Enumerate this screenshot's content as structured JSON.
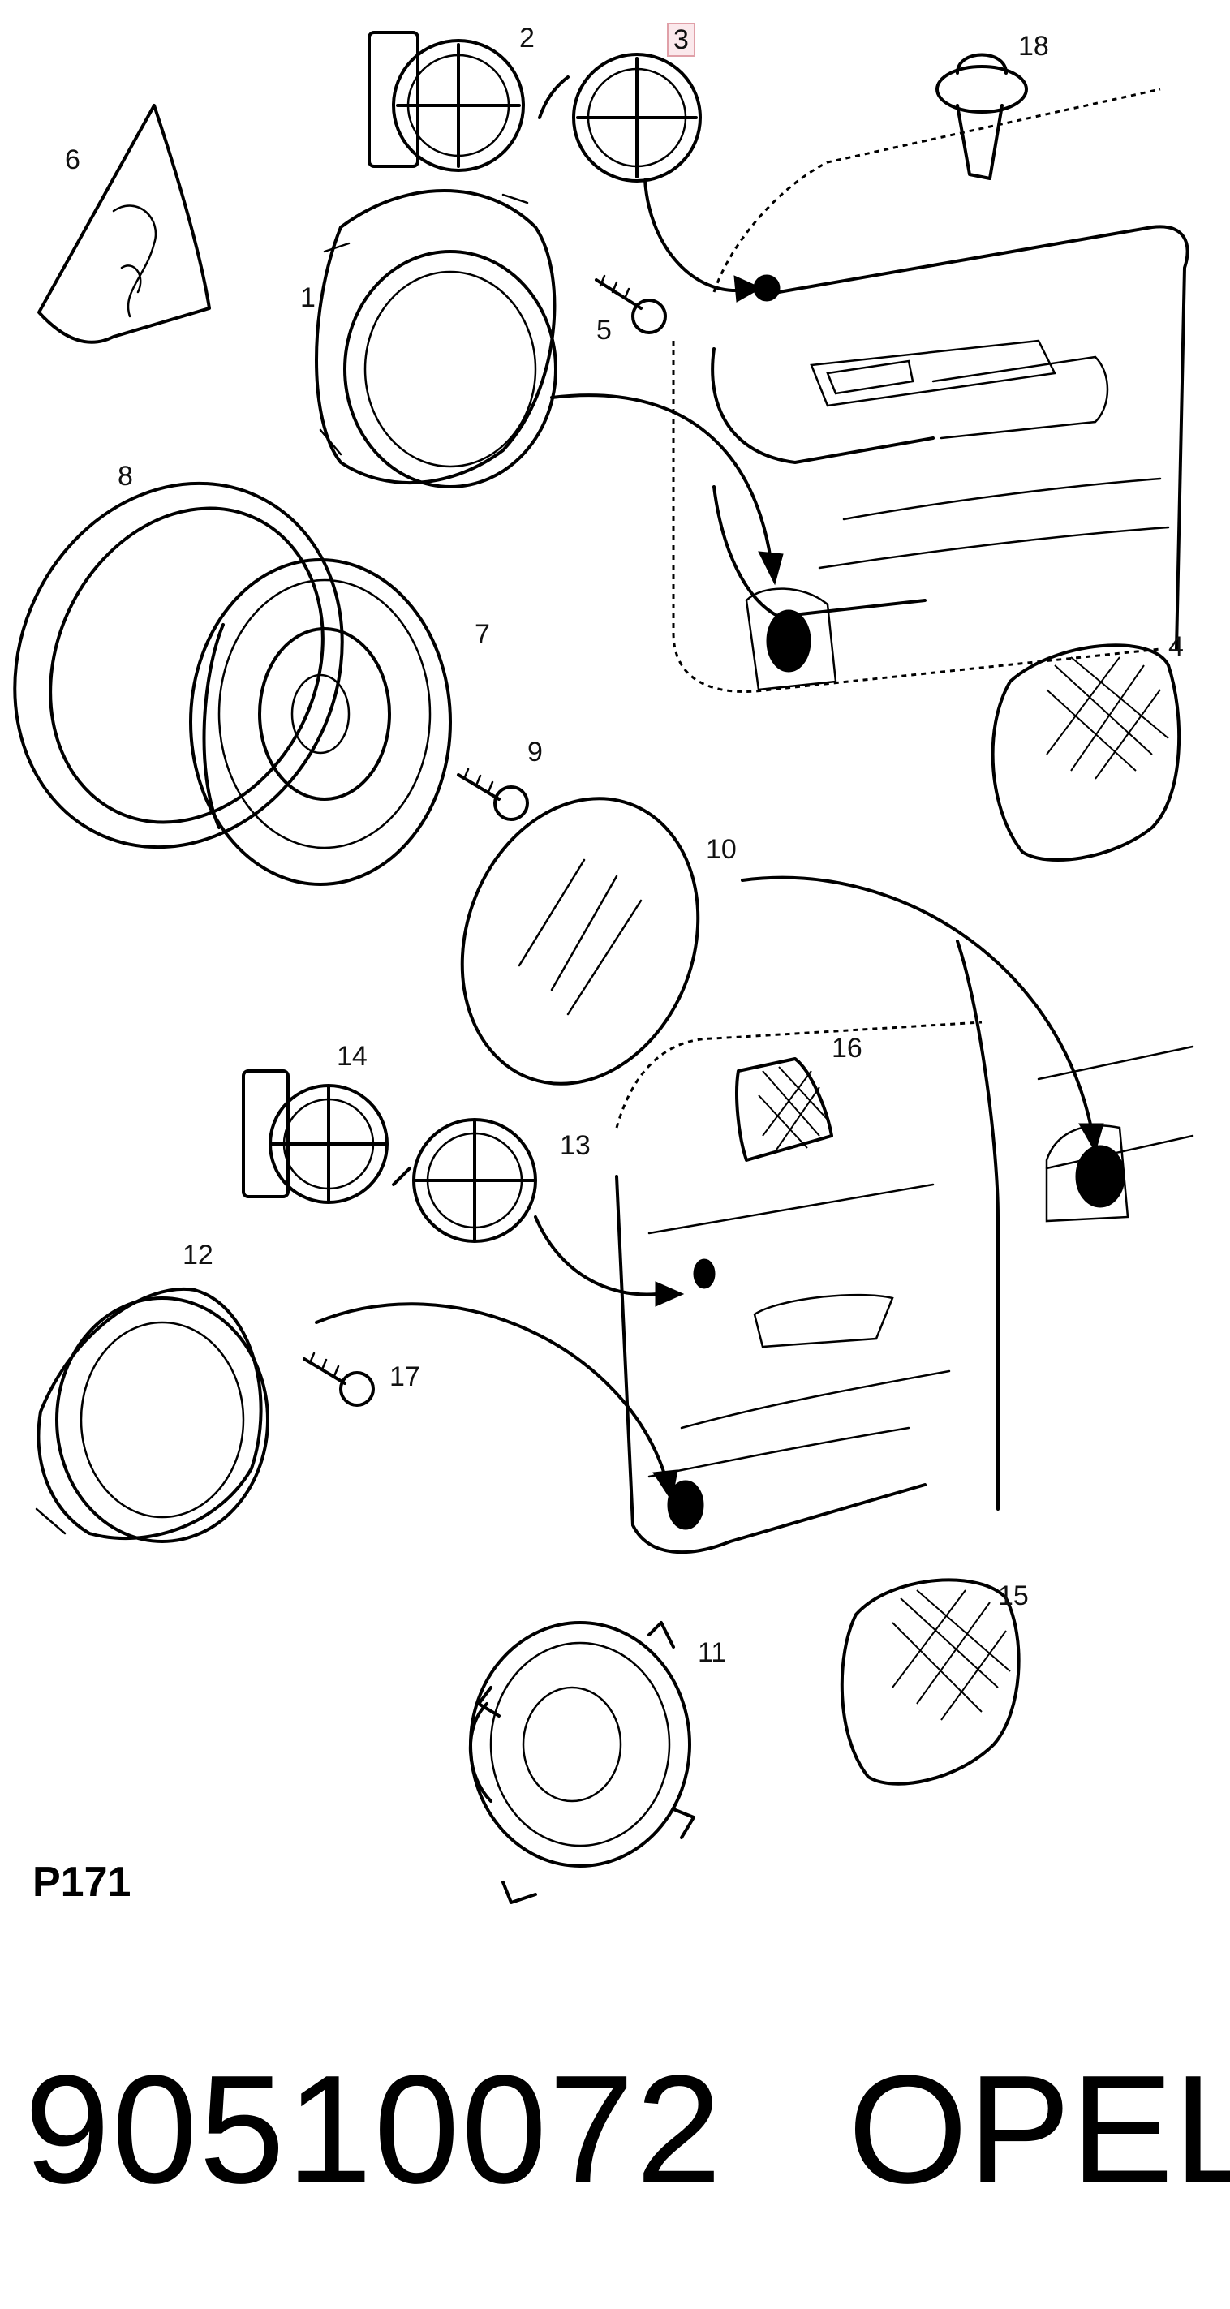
{
  "diagram": {
    "callouts": [
      {
        "id": "c1",
        "label": "1"
      },
      {
        "id": "c2",
        "label": "2"
      },
      {
        "id": "c3",
        "label": "3",
        "highlighted": true
      },
      {
        "id": "c4",
        "label": "4"
      },
      {
        "id": "c5",
        "label": "5"
      },
      {
        "id": "c6",
        "label": "6"
      },
      {
        "id": "c7",
        "label": "7"
      },
      {
        "id": "c8",
        "label": "8"
      },
      {
        "id": "c9",
        "label": "9"
      },
      {
        "id": "c10",
        "label": "10"
      },
      {
        "id": "c11",
        "label": "11"
      },
      {
        "id": "c12",
        "label": "12"
      },
      {
        "id": "c13",
        "label": "13"
      },
      {
        "id": "c14",
        "label": "14"
      },
      {
        "id": "c15",
        "label": "15"
      },
      {
        "id": "c16",
        "label": "16"
      },
      {
        "id": "c17",
        "label": "17"
      },
      {
        "id": "c18",
        "label": "18"
      }
    ],
    "reference_code": "P171",
    "part_number": "90510072",
    "brand": "OPEL",
    "highlight_color": "#e0a0a8"
  }
}
